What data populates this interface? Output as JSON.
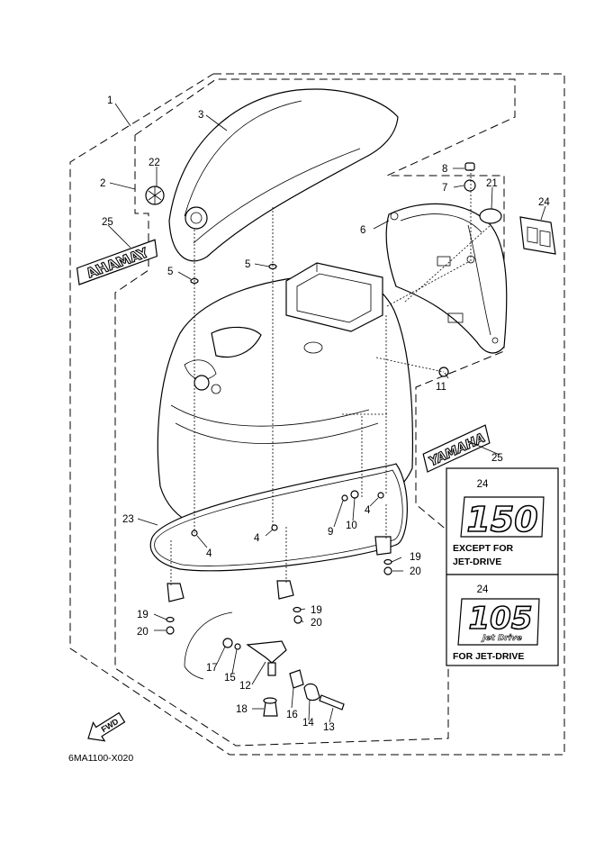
{
  "diagram_code": "6MA1100-X020",
  "fwd_label": "FWD",
  "decal_brand": "YAMAHA",
  "callouts": [
    {
      "id": "c1",
      "text": "1"
    },
    {
      "id": "c2",
      "text": "2"
    },
    {
      "id": "c3",
      "text": "3"
    },
    {
      "id": "c22",
      "text": "22"
    },
    {
      "id": "c25a",
      "text": "25"
    },
    {
      "id": "c5a",
      "text": "5"
    },
    {
      "id": "c5b",
      "text": "5"
    },
    {
      "id": "c8",
      "text": "8"
    },
    {
      "id": "c7",
      "text": "7"
    },
    {
      "id": "c21",
      "text": "21"
    },
    {
      "id": "c24a",
      "text": "24"
    },
    {
      "id": "c6",
      "text": "6"
    },
    {
      "id": "c11",
      "text": "11"
    },
    {
      "id": "c25b",
      "text": "25"
    },
    {
      "id": "c23",
      "text": "23"
    },
    {
      "id": "c4a",
      "text": "4"
    },
    {
      "id": "c4b",
      "text": "4"
    },
    {
      "id": "c4c",
      "text": "4"
    },
    {
      "id": "c9",
      "text": "9"
    },
    {
      "id": "c10",
      "text": "10"
    },
    {
      "id": "c19a",
      "text": "19"
    },
    {
      "id": "c20a",
      "text": "20"
    },
    {
      "id": "c19b",
      "text": "19"
    },
    {
      "id": "c20b",
      "text": "20"
    },
    {
      "id": "c19c",
      "text": "19"
    },
    {
      "id": "c20c",
      "text": "20"
    },
    {
      "id": "c17",
      "text": "17"
    },
    {
      "id": "c15",
      "text": "15"
    },
    {
      "id": "c12",
      "text": "12"
    },
    {
      "id": "c18",
      "text": "18"
    },
    {
      "id": "c16",
      "text": "16"
    },
    {
      "id": "c14",
      "text": "14"
    },
    {
      "id": "c13",
      "text": "13"
    }
  ],
  "inset_top": {
    "callout": "24",
    "decal_number": "150",
    "caption_line1": "EXCEPT FOR",
    "caption_line2": "JET-DRIVE"
  },
  "inset_bottom": {
    "callout": "24",
    "decal_number": "105",
    "decal_sub": "Jet Drive",
    "caption": "FOR JET-DRIVE"
  }
}
